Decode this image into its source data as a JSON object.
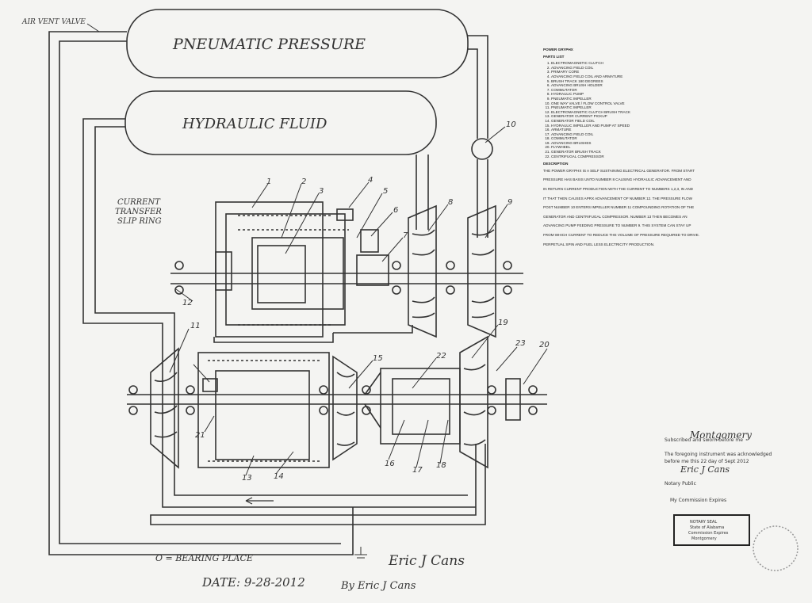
{
  "header": {
    "air_valve_label": "AIR VENT VALVE"
  },
  "tanks": {
    "pneumatic_label": "PNEUMATIC PRESSURE",
    "hydraulic_label": "HYDRAULIC FLUID"
  },
  "annotations": {
    "slip_ring_label": [
      "CURRENT",
      "TRANSFER",
      "SLIP RING"
    ],
    "bearing_note": "O = BEARING PLACE",
    "date_line": "DATE: 9-28-2012",
    "by_line": "By Eric J Cans",
    "signature": "Eric J Cans"
  },
  "part_numbers": [
    "1",
    "2",
    "3",
    "4",
    "5",
    "6",
    "7",
    "8",
    "9",
    "10",
    "11",
    "12",
    "13",
    "14",
    "15",
    "16",
    "17",
    "18",
    "19",
    "20",
    "21",
    "22",
    "23"
  ],
  "parts_panel": {
    "title": "POWER GRYPHX",
    "list_heading": "PARTS LIST",
    "items": [
      "ELECTROMAGNETIC CLUTCH",
      "ADVANCING FIELD COIL",
      "PRIMARY CORE",
      "ADVANCING FIELD COIL AND ARMATURE",
      "BRUSH TRACK 180 DEGREES",
      "ADVANCING BRUSH HOLDER",
      "COMMUTATOR",
      "HYDRAULIC PUMP",
      "PNEUMATIC IMPELLER",
      "ONE WAY VALVE / FLOW CONTROL VALVE",
      "PNEUMATIC IMPELLER",
      "ELECTROMAGNETIC CLUTCH BRUSH TRACK",
      "GENERATOR CURRENT PICKUP",
      "GENERATOR FIELD COIL",
      "HYDRAULIC IMPELLER AND PUMP AT SPEED",
      "ARMATURE",
      "ADVANCING FIELD COIL",
      "COMMUTATOR",
      "ADVANCING BRUSHES",
      "FLYWHEEL",
      "GENERATOR BRUSH TRACK",
      "CENTRIFUGAL COMPRESSOR"
    ],
    "desc_heading": "DESCRIPTION",
    "desc": [
      "THE POWER GRYPHX IS A SELF SUSTAINING ELECTRICAL GENERATOR. FROM START",
      "PRESSURE HAS BASIS UNTO NUMBER 8 CAUSING HYDRAULIC ADVANCEMENT AND",
      "IN RETURN CURRENT PRODUCTION WITH THE CURRENT TO NUMBERS 1,2,3, IN AND",
      "IT THAT THEN CAUSES APRX ADVANCEMENT OF NUMBER 12. THE PRESSURE FLOW",
      "POST NUMBER 10 ENTERS IMPELLER NUMBER 11 COMPOUNDING ROTATION OF THE",
      "GENERATOR AND CENTRIFUGAL COMPRESSOR. NUMBER 13 THEN BECOMES AN",
      "ADVANCING PUMP FEEDING PRESSURE TO NUMBER 9. THIS SYSTEM CAN STAY UP",
      "FROM WHICH CURRENT TO REDUCE THE VOLUME OF PRESSURE REQUIRED TO DRIVE.",
      "PERPETUAL SPIN AND FUEL LESS ELECTRICITY PRODUCTION."
    ]
  },
  "notary": {
    "line1": "Subscribed and sworn before me",
    "line2": "Montgomery",
    "line3": "The foregoing instrument was acknowledged",
    "line4": "before me this 22 day of Sept 2012",
    "line5": "Eric J Cans",
    "line6": "Notary Public",
    "line7": "My Commission Expires",
    "stamp_text": [
      "NOTARY SEAL",
      "State of Alabama",
      "Commission Expires",
      "Montgomery"
    ]
  },
  "colors": {
    "ink": "#333333",
    "paper": "#f4f4f2"
  }
}
